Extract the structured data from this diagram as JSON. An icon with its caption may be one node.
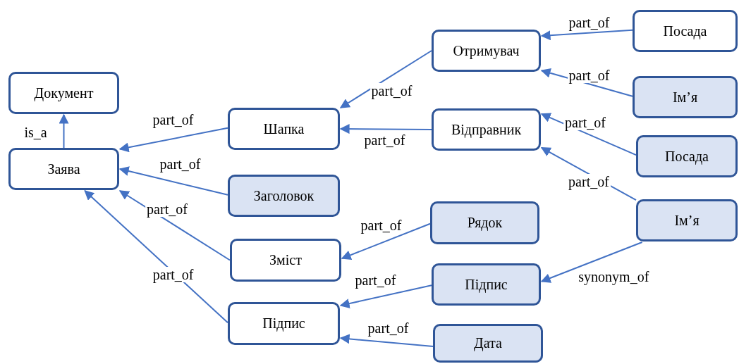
{
  "diagram": {
    "nodes": [
      {
        "text": [
          "Документ"
        ]
      },
      {
        "text": [
          "Заява"
        ]
      },
      {
        "text": [
          "Шапка"
        ]
      },
      {
        "text": [
          "Заголовок"
        ]
      },
      {
        "text": [
          "Зміст"
        ]
      },
      {
        "text": [
          "Підпис"
        ]
      },
      {
        "text": [
          "Отримувач"
        ]
      },
      {
        "text": [
          "Відправник"
        ]
      },
      {
        "text": [
          "Рядок"
        ]
      },
      {
        "text": [
          "Підпис"
        ]
      },
      {
        "text": [
          "Дата"
        ]
      },
      {
        "text": [
          "Посада"
        ]
      },
      {
        "text": [
          "Ім’я"
        ]
      },
      {
        "text": [
          "Посада"
        ]
      },
      {
        "text": [
          "Ім’я"
        ]
      }
    ],
    "edges": [
      {
        "from": 1,
        "to": 0,
        "arrow": "to",
        "label": "is_a"
      },
      {
        "from": 2,
        "to": 1,
        "arrow": "to",
        "label": "part_of"
      },
      {
        "from": 3,
        "to": 1,
        "arrow": "to",
        "label": "part_of"
      },
      {
        "from": 4,
        "to": 1,
        "arrow": "to",
        "label": "part_of"
      },
      {
        "from": 5,
        "to": 1,
        "arrow": "to",
        "label": "part_of"
      },
      {
        "from": 6,
        "to": 2,
        "arrow": "to",
        "label": "part_of"
      },
      {
        "from": 7,
        "to": 2,
        "arrow": "to",
        "label": "part_of"
      },
      {
        "from": 8,
        "to": 4,
        "arrow": "to",
        "label": "part_of"
      },
      {
        "from": 9,
        "to": 5,
        "arrow": "to",
        "label": "part_of"
      },
      {
        "from": 10,
        "to": 5,
        "arrow": "to",
        "label": "part_of"
      },
      {
        "from": 11,
        "to": 6,
        "arrow": "to",
        "label": "part_of"
      },
      {
        "from": 12,
        "to": 6,
        "arrow": "to",
        "label": "part_of"
      },
      {
        "from": 13,
        "to": 7,
        "arrow": "to",
        "label": "part_of"
      },
      {
        "from": 14,
        "to": 7,
        "arrow": "to",
        "label": "part_of"
      },
      {
        "from": 14,
        "to": 9,
        "arrow": "to",
        "label": "synonym_of"
      }
    ]
  }
}
